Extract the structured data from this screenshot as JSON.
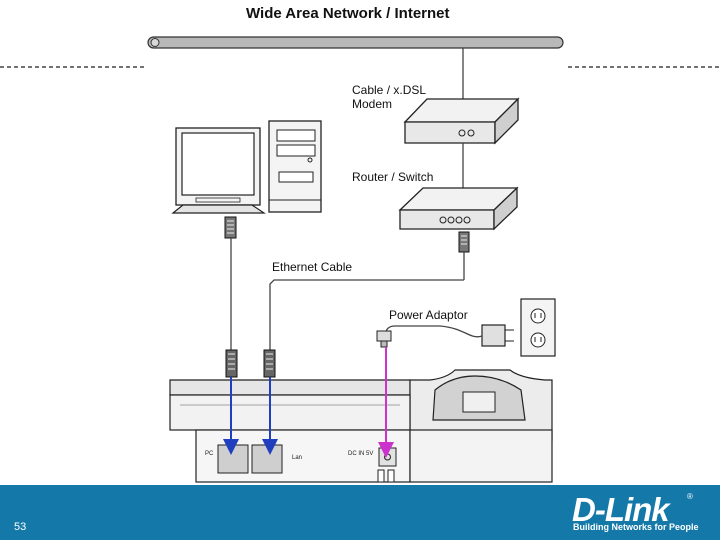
{
  "title": "Wide Area Network / Internet",
  "labels": {
    "modem": "Cable / x.DSL Modem",
    "router": "Router / Switch",
    "ethernet": "Ethernet Cable",
    "power": "Power Adaptor"
  },
  "device_labels": {
    "pc_port": "PC",
    "lan_port": "Lan",
    "dc_in": "DC IN 5V"
  },
  "footer": {
    "slide_number": "53",
    "brand": "D-Link",
    "tagline": "Building Networks for People"
  },
  "colors": {
    "footer": "#1479a8",
    "data_arrow": "#1f3fbf",
    "power_arrow": "#cc33cc"
  }
}
